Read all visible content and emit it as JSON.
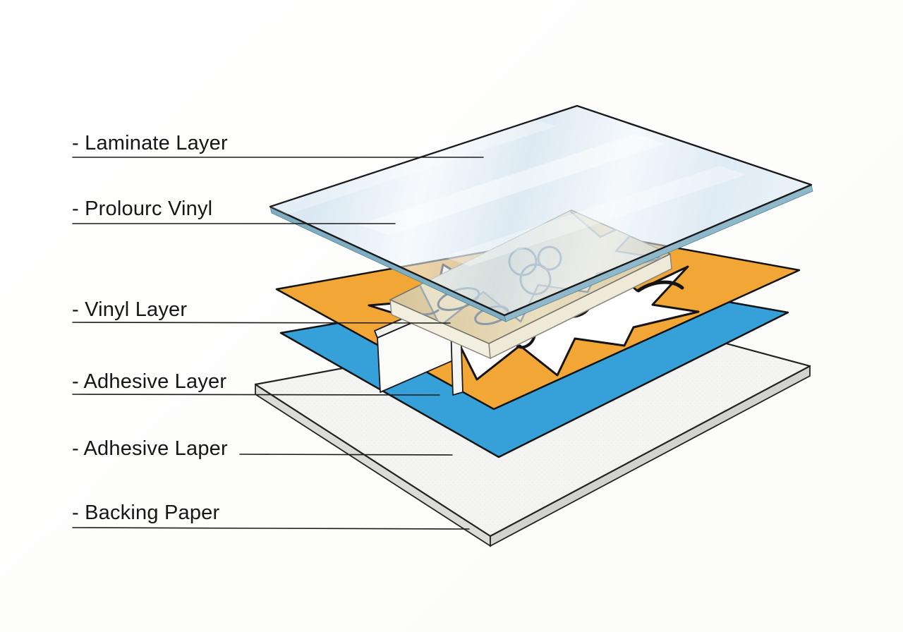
{
  "figure": {
    "background_color": "#FDFDFD",
    "labels": [
      {
        "id": "laminate-layer",
        "text": "- Laminate Layer"
      },
      {
        "id": "printed-vinyl",
        "text": "- Prolourc Vinyl"
      },
      {
        "id": "vinyl-layer",
        "text": "- Vinyl Layer"
      },
      {
        "id": "adhesive-layer",
        "text": "- Adhesive Layer"
      },
      {
        "id": "adhesive-laper",
        "text": "- Adhesive Laper"
      },
      {
        "id": "backing-paper",
        "text": "- Backing Paper"
      }
    ],
    "layer_colors": {
      "laminate_glass": "#CBDFEF",
      "laminate_edge": "#7FAEC2",
      "printed_vinyl_tan": "#DCCB9F",
      "vinyl_orange": "#F2A636",
      "adhesive_blue": "#35A1D8",
      "backing_paper": "#F4F4F2",
      "outline": "#161616"
    }
  }
}
